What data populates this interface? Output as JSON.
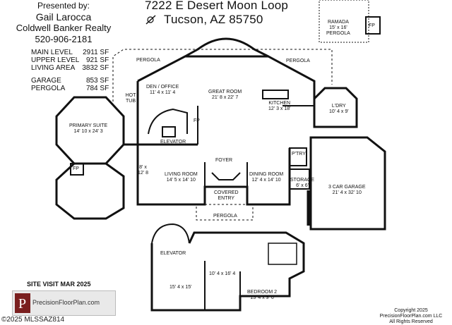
{
  "header": {
    "presented_by": "Presented by:",
    "agent_name": "Gail Larocca",
    "brokerage": "Coldwell Banker Realty",
    "phone": "520-906-2181"
  },
  "address": {
    "street": "7222 E Desert Moon Loop",
    "city": "Tucson, AZ  85750"
  },
  "areas": [
    {
      "label": "MAIN LEVEL",
      "value": "2911 SF"
    },
    {
      "label": "UPPER LEVEL",
      "value": "921 SF"
    },
    {
      "label": "LIVING AREA",
      "value": "3832 SF"
    },
    {
      "label": "GARAGE",
      "value": "853 SF"
    },
    {
      "label": "PERGOLA",
      "value": "784 SF"
    }
  ],
  "rooms": {
    "ramada": "RAMADA",
    "ramada_dim": "15' x 16'",
    "ramada_sub": "PERGOLA",
    "ramada_fp": "FP",
    "pergola_left": "PERGOLA",
    "pergola_right": "PERGOLA",
    "pergola_front": "PERGOLA",
    "hot_tub": "HOT TUB",
    "den": "DEN / OFFICE",
    "den_dim": "11' 4 x 11' 4",
    "great_room": "GREAT ROOM",
    "great_room_dim": "21' 8 x 22' 7",
    "kitchen": "KITCHEN",
    "kitchen_dim": "12' 3 x 18'",
    "laundry": "L'DRY",
    "laundry_dim": "10' 4 x 9'",
    "primary": "PRIMARY SUITE",
    "primary_dim": "14' 10 x 24' 3",
    "fp_main": "FP",
    "fp_primary": "FP",
    "elevator_main": "ELEVATOR",
    "pantry": "P'TRY",
    "foyer": "FOYER",
    "small_room": "8' x",
    "small_room_dim": "12' 8",
    "living": "LIVING ROOM",
    "living_dim": "14' 5 x 14' 10",
    "dining": "DINING ROOM",
    "dining_dim": "12' 4 x 14' 10",
    "storage": "STORAGE",
    "storage_dim": "6' x 6'",
    "garage": "3 CAR GARAGE",
    "garage_dim": "21' 4 x 32' 10",
    "covered_entry": "COVERED",
    "covered_entry2": "ENTRY",
    "elevator_upper": "ELEVATOR",
    "loft_dim": "10' 4 x 16' 4",
    "upper_room_dim": "15' 4 x 15'",
    "bedroom2": "BEDROOM 2",
    "bedroom2_dim": "13' 4 x 9' 6"
  },
  "footer": {
    "site_visit": "SITE VISIT  MAR 2025",
    "brand": "PrecisionFloorPlan.com",
    "copyright1": "Copyright 2025",
    "copyright2": "PrecisionFloorPlan.com LLC",
    "copyright3": "All Rights Reserved",
    "mls": "©2025 MLSSAZ814"
  }
}
